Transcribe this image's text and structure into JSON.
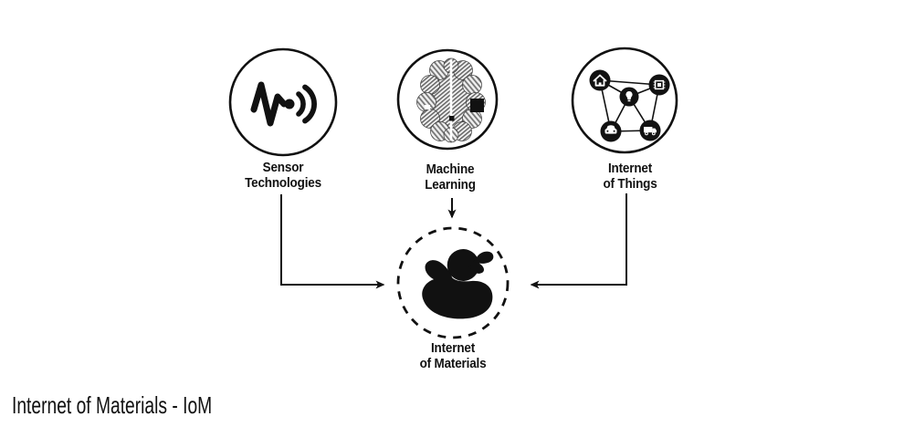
{
  "diagram": {
    "sources": [
      {
        "name": "sensor-technologies",
        "label": "Sensor\nTechnologies",
        "icon": "sensor-waveform-icon"
      },
      {
        "name": "machine-learning",
        "label": "Machine\nLearning",
        "icon": "circuit-brain-icon"
      },
      {
        "name": "internet-of-things",
        "label": "Internet\nof Things",
        "icon": "iot-network-icon"
      }
    ],
    "target": {
      "name": "internet-of-materials",
      "label": "Internet\nof Materials",
      "icon": "rubber-duck-icon"
    },
    "iot_sub_icons": [
      "house-icon",
      "lightbulb-icon",
      "chip-icon",
      "car-icon",
      "truck-icon"
    ],
    "caption": "Internet of Materials - IoM",
    "colors": {
      "ink": "#111111",
      "background": "#ffffff",
      "circuit_gray": "#666666"
    }
  }
}
